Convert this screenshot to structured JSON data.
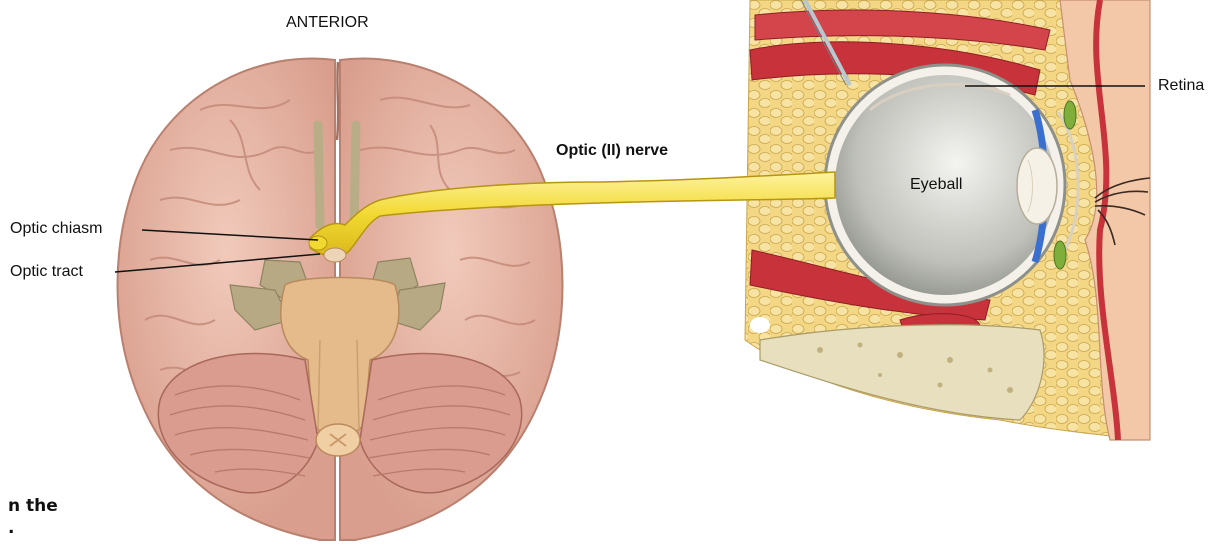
{
  "labels": {
    "anterior": "ANTERIOR",
    "optic_nerve": "Optic (II) nerve",
    "optic_chiasm": "Optic chiasm",
    "optic_tract": "Optic tract",
    "eyeball": "Eyeball",
    "retina": "Retina"
  },
  "partial_text": {
    "line1": "n the",
    "line2": "."
  },
  "colors": {
    "brain": "#e8b7a6",
    "brain_fold": "#c9897b",
    "cerebellum": "#d99a8e",
    "brainstem": "#e9c090",
    "cranial_nerves": "#b9ab82",
    "optic_nerve": "#f2dc3c",
    "fat": "#f0d27a",
    "muscle": "#c8323a",
    "eyeball": "#c9c9c4",
    "iris": "#3a6fd0",
    "skin": "#f2c8a8"
  }
}
